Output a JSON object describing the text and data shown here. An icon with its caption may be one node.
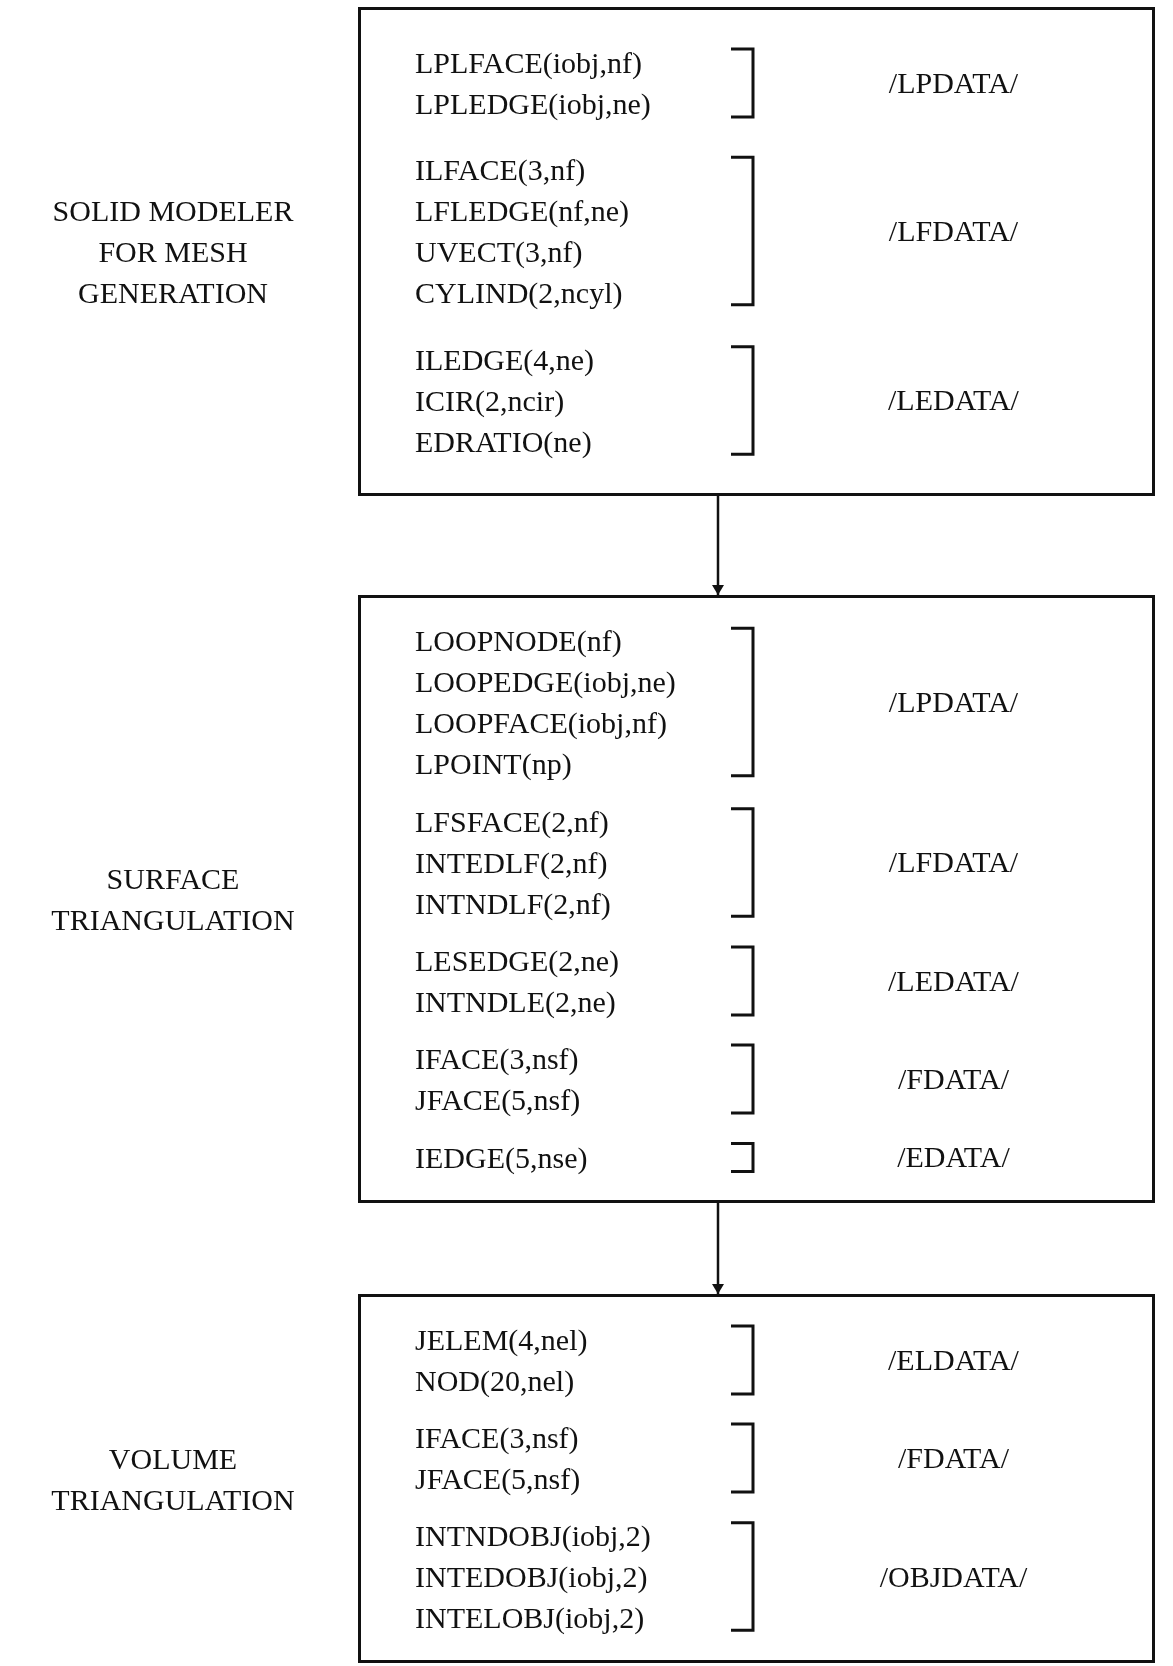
{
  "diagram": {
    "nodes": [
      {
        "text": [
          "LPLFACE(iobj,nf) LPLEDGE(iobj,ne)",
          "/LPDATA/",
          "ILFACE(3,nf) LFLEDGE(nf,ne) UVECT(3,nf) CYLIND(2,ncyl)",
          "/LFDATA/",
          "ILEDGE(4,ne) ICIR(2,ncir) EDRATIO(ne)",
          "/LEDATA/"
        ],
        "beside": [
          "SOLID MODELER FOR MESH GENERATION"
        ]
      },
      {
        "text": [
          "LOOPNODE(nf) LOOPEDGE(iobj,ne) LOOPFACE(iobj,nf) LPOINT(np)",
          "/LPDATA/",
          "LFSFACE(2,nf) INTEDLF(2,nf) INTNDLF(2,nf)",
          "/LFDATA/",
          "LESEDGE(2,ne) INTNDLE(2,ne)",
          "/LEDATA/",
          "IFACE(3,nsf) JFACE(5,nsf)",
          "/FDATA/",
          "IEDGE(5,nse)",
          "/EDATA/"
        ],
        "beside": [
          "SURFACE TRIANGULATION"
        ]
      },
      {
        "text": [
          "JELEM(4,nel) NOD(20,nel)",
          "/ELDATA/",
          "IFACE(3,nsf) JFACE(5,nsf)",
          "/FDATA/",
          "INTNDOBJ(iobj,2) INTEDOBJ(iobj,2) INTELOBJ(iobj,2)",
          "/OBJDATA/"
        ],
        "beside": [
          "VOLUME TRIANGULATION"
        ]
      }
    ],
    "edges": [
      {
        "from": 0,
        "to": 1,
        "arrow": "to"
      },
      {
        "from": 1,
        "to": 2,
        "arrow": "to"
      }
    ]
  }
}
